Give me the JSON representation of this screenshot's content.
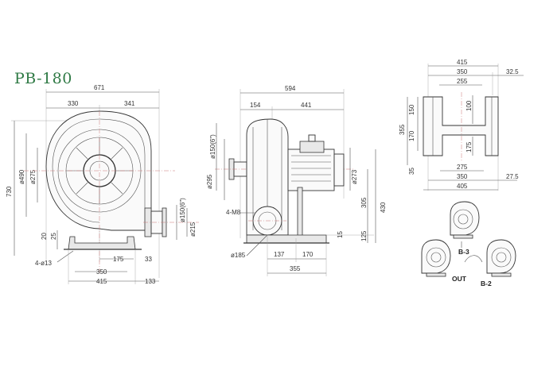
{
  "model": "PB-180",
  "front_view": {
    "overall_width": "671",
    "left_width": "330",
    "right_width": "341",
    "height": "730",
    "dia_casing": "ø490",
    "dia_inlet": "ø275",
    "outlet_dia": "ø150(6\")",
    "outlet_flange_dia": "ø215",
    "base_h1": "20",
    "base_h2": "25",
    "holes": "4-ø13",
    "dim_175": "175",
    "dim_33": "33",
    "dim_350": "350",
    "dim_415": "415",
    "dim_133": "133"
  },
  "side_view": {
    "overall_length": "594",
    "dim_154": "154",
    "dim_441": "441",
    "inlet_dia": "ø150(6\")",
    "inlet_flange_dia": "ø295",
    "motor_dia": "ø273",
    "dim_305": "305",
    "dim_430": "430",
    "dim_15": "15",
    "dim_125": "125",
    "bolts": "4-M8",
    "dia_185": "ø185",
    "dim_137": "137",
    "dim_170": "170",
    "dim_355": "355"
  },
  "base_view": {
    "dim_415": "415",
    "dim_350": "350",
    "dim_32_5": "32.5",
    "dim_255": "255",
    "dim_150": "150",
    "dim_100": "100",
    "dim_355": "355",
    "dim_170": "170",
    "dim_175": "175",
    "dim_35": "35",
    "dim_275": "275",
    "dim_350b": "350",
    "dim_27_5": "27.5",
    "dim_405": "405"
  },
  "orientations": {
    "b3": "B-3",
    "out": "OUT",
    "b2": "B-2"
  }
}
